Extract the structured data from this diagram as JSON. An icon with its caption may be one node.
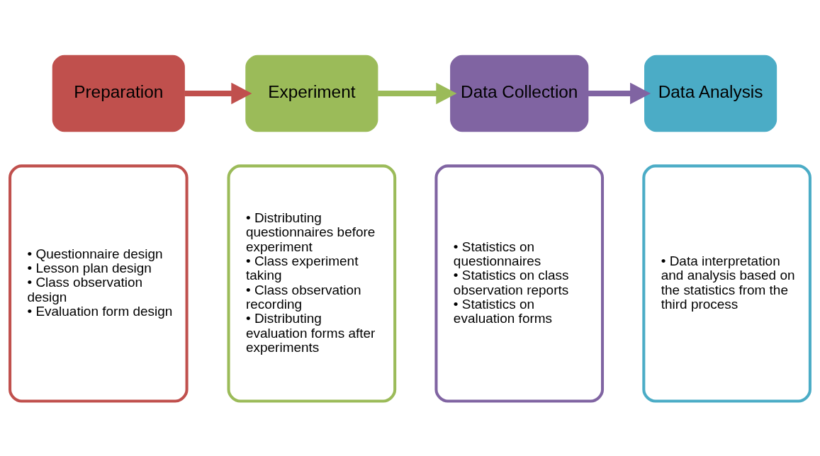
{
  "diagram": {
    "nodes": [
      {
        "text": [
          "Preparation"
        ]
      },
      {
        "text": [
          "Experiment"
        ]
      },
      {
        "text": [
          "Data Collection"
        ]
      },
      {
        "text": [
          "Data Analysis"
        ]
      },
      {
        "text": [
          "• Questionnaire design",
          "• Lesson plan design",
          "• Class observation design",
          "• Evaluation form design"
        ]
      },
      {
        "text": [
          "• Distributing questionnaires before experiment",
          "• Class experiment taking",
          "• Class observation recording",
          "• Distributing evaluation forms after experiments"
        ]
      },
      {
        "text": [
          "• Statistics on questionnaires",
          "• Statistics on class observation reports",
          "• Statistics on evaluation forms"
        ]
      },
      {
        "text": [
          "• Data interpretation and analysis based on the statistics from the third process"
        ]
      }
    ],
    "edges": [
      {
        "from": 0,
        "to": 1,
        "arrow": "to",
        "color": "#c0504d"
      },
      {
        "from": 1,
        "to": 2,
        "arrow": "to",
        "color": "#9bbb59"
      },
      {
        "from": 2,
        "to": 3,
        "arrow": "to",
        "color": "#8064a2"
      }
    ]
  }
}
